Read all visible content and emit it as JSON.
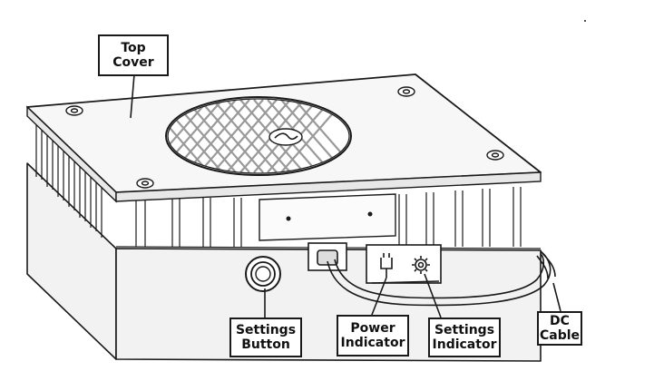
{
  "colors": {
    "line": "#1a1a1a",
    "body_shade": "#f2f2f2",
    "cover_shade": "#f7f7f7",
    "fan_grille": "#9a9a9a",
    "background": "#ffffff"
  },
  "icons": [
    "fan-icon",
    "power-plug-icon",
    "gear-icon"
  ],
  "callouts": {
    "top_cover": {
      "line1": "Top",
      "line2": "Cover"
    },
    "settings_button": {
      "line1": "Settings",
      "line2": "Button"
    },
    "power_indicator": {
      "line1": "Power",
      "line2": "Indicator"
    },
    "settings_indicator": {
      "line1": "Settings",
      "line2": "Indicator"
    },
    "dc_cable": {
      "line1": "DC",
      "line2": "Cable"
    }
  }
}
